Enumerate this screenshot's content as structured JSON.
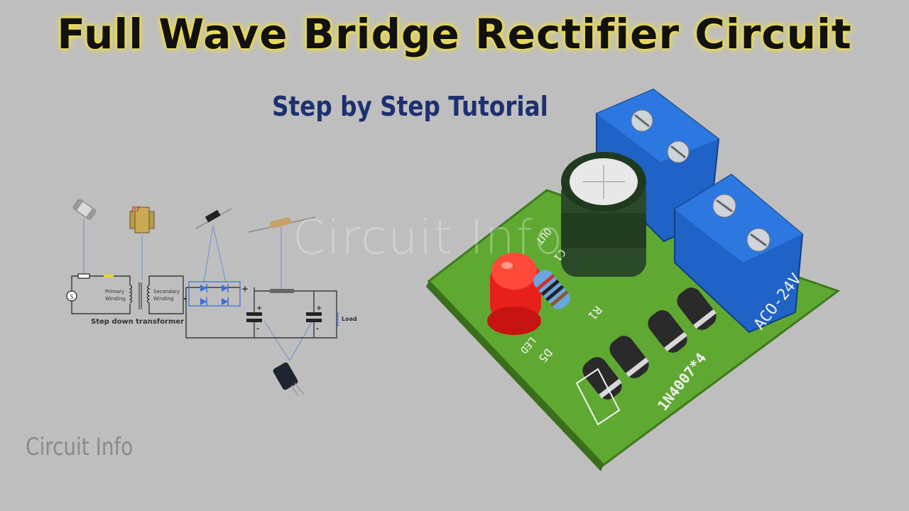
{
  "header": {
    "title": "Full Wave Bridge Rectifier Circuit",
    "subtitle": "Step by Step Tutorial"
  },
  "watermark": "Circuit Info",
  "brand": "Circuit Info",
  "schematic": {
    "primary_label": "Primary Winding",
    "primary_line1": "Primary",
    "primary_line2": "Winding",
    "secondary_line1": "Secondary",
    "secondary_line2": "Winding",
    "transformer_caption": "Step down transformer",
    "source_symbol": "S",
    "load_label": "Load",
    "plus": "+",
    "minus": "-"
  },
  "board": {
    "silkscreen_model": "ACO-24V",
    "diode_label": "1N4007*4",
    "resistor_ref": "R1",
    "led_ref": "D5",
    "led_text": "LED",
    "cap_ref": "C1",
    "out_label": "OUT"
  },
  "colors": {
    "background": "#bebebe",
    "title_glow": "#f4e23a",
    "subtitle": "#1d3070",
    "pcb": "#5fa832",
    "terminal": "#1f63c6",
    "led": "#e8201c",
    "diode_line": "#3a6fd8"
  }
}
